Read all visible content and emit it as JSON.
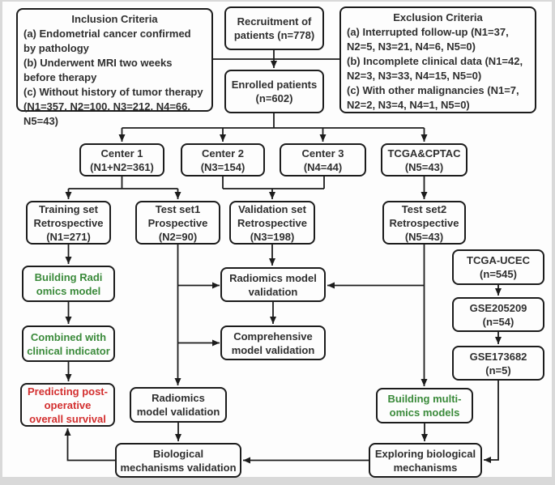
{
  "colors": {
    "box_border": "#1c1c1c",
    "connector": "#1c1c1c",
    "text": "#2f2f2f",
    "accent_green": "#3a8a3a",
    "accent_red": "#d32f2f",
    "background": "#fdfdfd"
  },
  "nodes": {
    "inclusion": {
      "title": "Inclusion Criteria",
      "items": [
        "(a) Endometrial cancer confirmed by pathology",
        "(b) Underwent MRI two weeks before therapy",
        "(c) Without history of tumor therapy (N1=357, N2=100, N3=212, N4=66, N5=43)"
      ]
    },
    "exclusion": {
      "title": "Exclusion Criteria",
      "items": [
        "(a) Interrupted follow-up (N1=37, N2=5, N3=21, N4=6, N5=0)",
        "(b) Incomplete clinical data (N1=42, N2=3, N3=33, N4=15, N5=0)",
        "(c) With other malignancies (N1=7, N2=2, N3=4, N4=1, N5=0)"
      ]
    },
    "recruitment": {
      "lines": [
        "Recruitment of",
        "patients (n=778)"
      ]
    },
    "enrolled": {
      "lines": [
        "Enrolled patients",
        "(n=602)"
      ]
    },
    "center1": {
      "lines": [
        "Center 1",
        "(N1+N2=361)"
      ]
    },
    "center2": {
      "lines": [
        "Center 2",
        "(N3=154)"
      ]
    },
    "center3": {
      "lines": [
        "Center 3",
        "(N4=44)"
      ]
    },
    "tcga_cptac": {
      "lines": [
        "TCGA&CPTAC",
        "(N5=43)"
      ]
    },
    "training_set": {
      "lines": [
        "Training set",
        "Retrospective",
        "(N1=271)"
      ]
    },
    "test_set1": {
      "lines": [
        "Test set1",
        "Prospective",
        "(N2=90)"
      ]
    },
    "validation_set": {
      "lines": [
        "Validation set",
        "Retrospective",
        "(N3=198)"
      ]
    },
    "test_set2": {
      "lines": [
        "Test set2",
        "Retrospective",
        "(N5=43)"
      ]
    },
    "building_radiomics": {
      "lines": [
        "Building Radi",
        "omics model"
      ]
    },
    "combined_clinical": {
      "lines": [
        "Combined with",
        "clinical indicator"
      ]
    },
    "predicting_survival": {
      "lines": [
        "Predicting post-",
        "operative",
        "overall survival"
      ]
    },
    "radiomics_validation_1": {
      "lines": [
        "Radiomics model",
        "validation"
      ]
    },
    "comprehensive_validation": {
      "lines": [
        "Comprehensive",
        "model validation"
      ]
    },
    "radiomics_validation_2": {
      "lines": [
        "Radiomics",
        "model validation"
      ]
    },
    "biological_validation": {
      "lines": [
        "Biological",
        "mechanisms validation"
      ]
    },
    "tcga_ucec": {
      "lines": [
        "TCGA-UCEC",
        "(n=545)"
      ]
    },
    "gse205209": {
      "lines": [
        "GSE205209",
        "(n=54)"
      ]
    },
    "gse173682": {
      "lines": [
        "GSE173682",
        "(n=5)"
      ]
    },
    "building_multiomics": {
      "lines": [
        "Building multi-",
        "omics models"
      ]
    },
    "exploring_mechanisms": {
      "lines": [
        "Exploring biological",
        "mechanisms"
      ]
    }
  }
}
